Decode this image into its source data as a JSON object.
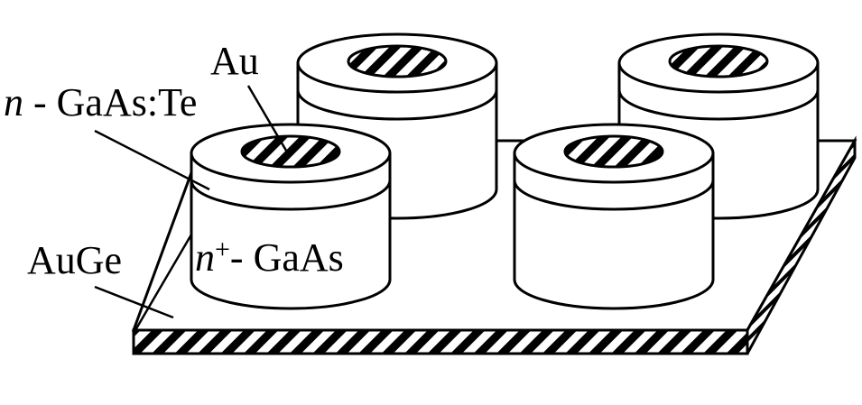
{
  "labels": {
    "au": "Au",
    "n_gaas_te_prefix": "n",
    "n_gaas_te_rest": " - GaAs:Te",
    "auge": "AuGe",
    "nplus_prefix": "n",
    "nplus_sup": "+",
    "nplus_rest": "- GaAs"
  }
}
